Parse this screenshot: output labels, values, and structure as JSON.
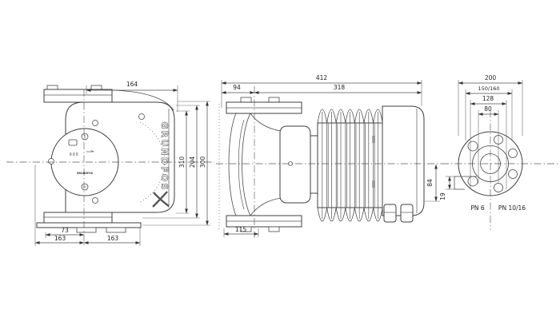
{
  "front": {
    "dim_width": "164",
    "dim_height_inner": "310",
    "dim_height_mid": "204",
    "dim_height_outer": "300",
    "dim_foot_offset": "73",
    "dim_half_left": "163",
    "dim_half_right": "163",
    "brand_vertical": "GRUNDFOS",
    "brand_face": "GRUNDFOS"
  },
  "side": {
    "dim_total_length": "412",
    "dim_flange_to_axis": "94",
    "dim_axis_to_end": "318",
    "dim_foot_width": "115",
    "dim_axis_to_bottom": "84"
  },
  "flange": {
    "dim_flange_od": "200",
    "dim_bolt_circles": "150/160",
    "dim_hub": "128",
    "dim_bore": "80",
    "dim_thickness": "19",
    "label_pn6": "PN 6",
    "label_pn1016": "PN 10/16"
  }
}
